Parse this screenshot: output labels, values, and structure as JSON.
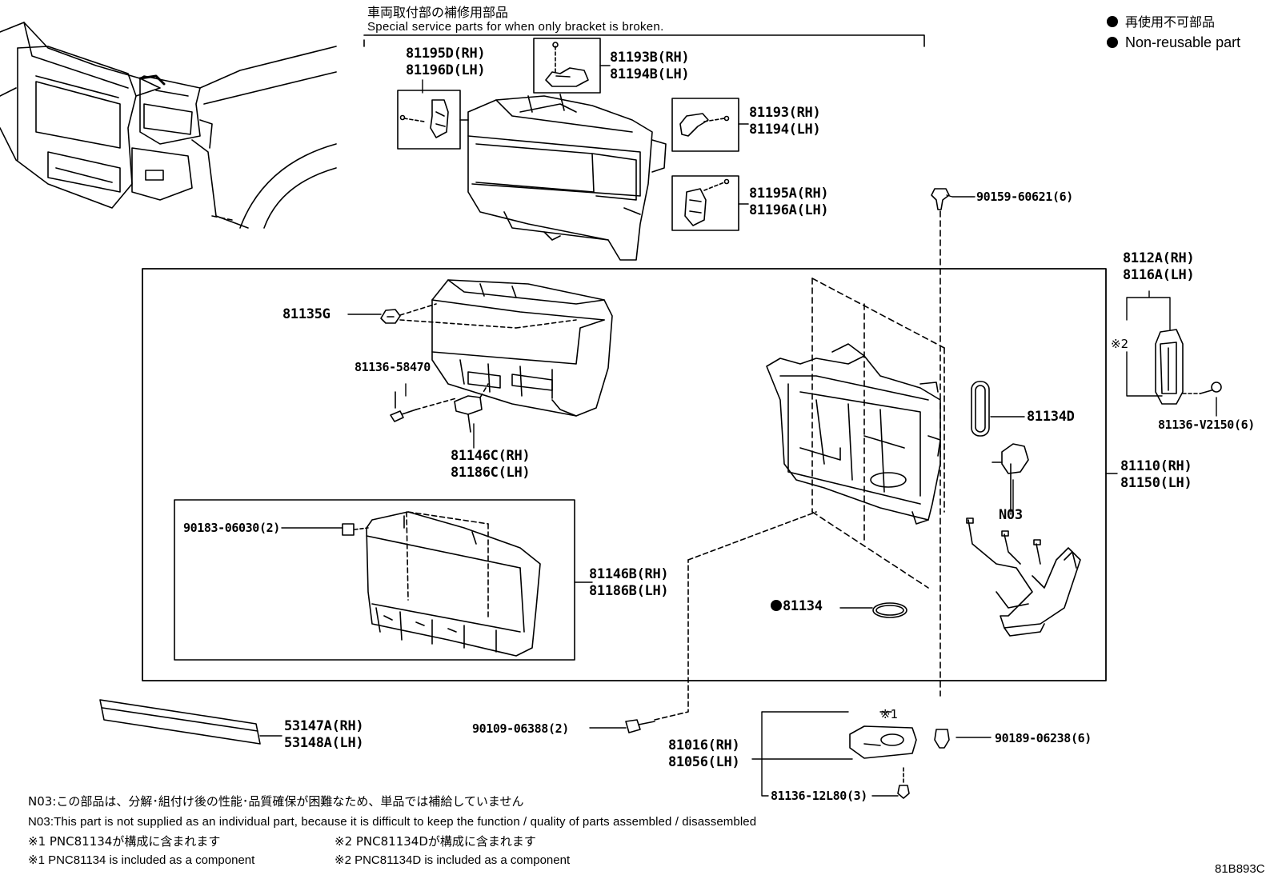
{
  "header": {
    "special_parts_jp": "車両取付部の補修用部品",
    "special_parts_en": "Special service parts for when only bracket is broken."
  },
  "legend": {
    "non_reusable_jp": "再使用不可部品",
    "non_reusable_en": "Non-reusable part"
  },
  "parts": {
    "p81195D": "81195D(RH)",
    "p81196D": "81196D(LH)",
    "p81193B": "81193B(RH)",
    "p81194B": "81194B(LH)",
    "p81193": "81193(RH)",
    "p81194": "81194(LH)",
    "p81195A": "81195A(RH)",
    "p81196A": "81196A(LH)",
    "p90159": "90159-60621(6)",
    "p8112A": "8112A(RH)",
    "p8116A": "8116A(LH)",
    "mark2_side": "※2",
    "p81136v": "81136-V2150(6)",
    "p81135G": "81135G",
    "p81136_58470": "81136-58470",
    "p81146C": "81146C(RH)",
    "p81186C": "81186C(LH)",
    "p81134D": "81134D",
    "p81110": "81110(RH)",
    "p81150": "81150(LH)",
    "pN03": "N03",
    "p90183": "90183-06030(2)",
    "p81146B": "81146B(RH)",
    "p81186B": "81186B(LH)",
    "p81134": "81134",
    "p53147A": "53147A(RH)",
    "p53148A": "53148A(LH)",
    "p90109": "90109-06388(2)",
    "mark1_side": "※1",
    "p81016": "81016(RH)",
    "p81056": "81056(LH)",
    "p90189": "90189-06238(6)",
    "p81136_12l80": "81136-12L80(3)"
  },
  "notes": {
    "n03_jp": "N03:この部品は、分解･組付け後の性能･品質確保が困難なため、単品では補給していません",
    "n03_en": "N03:This part is not supplied as an individual part, because it is difficult to keep the function / quality of parts assembled / disassembled",
    "m1_jp": "※1 PNC81134が構成に含まれます",
    "m2_jp": "※2 PNC81134Dが構成に含まれます",
    "m1_en": "※1 PNC81134 is included as a component",
    "m2_en": "※2 PNC81134D is included as a component"
  },
  "diagram_code": "81B893C"
}
